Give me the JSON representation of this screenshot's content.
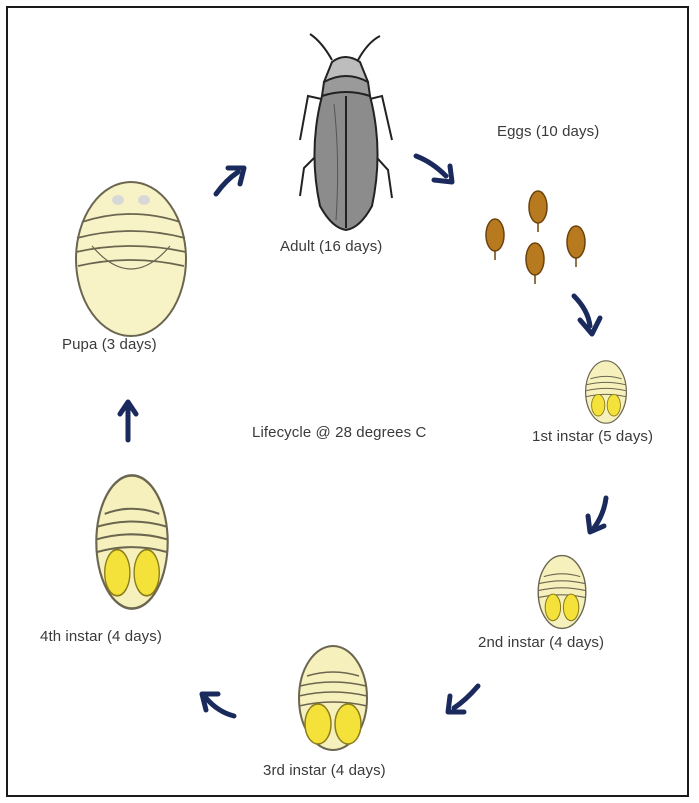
{
  "diagram": {
    "center_caption": "Lifecycle @ 28 degrees C",
    "stages": {
      "adult": "Adult (16 days)",
      "eggs": "Eggs (10 days)",
      "instar1": "1st instar (5 days)",
      "instar2": "2nd instar (4 days)",
      "instar3": "3rd instar (4 days)",
      "instar4": "4th instar (4 days)",
      "pupa": "Pupa (3 days)"
    },
    "colors": {
      "arrow": "#1b2a5c",
      "nymph_body": "#f6f0bc",
      "nymph_outline": "#6b6650",
      "wing_pad": "#f4e23a",
      "egg": "#b87a1e",
      "adult_body": "#8c8c8c",
      "adult_outline": "#222222"
    },
    "icons": [
      "adult-insect-icon",
      "egg-icon",
      "nymph-icon",
      "pupa-icon",
      "cycle-arrow-icon"
    ]
  }
}
